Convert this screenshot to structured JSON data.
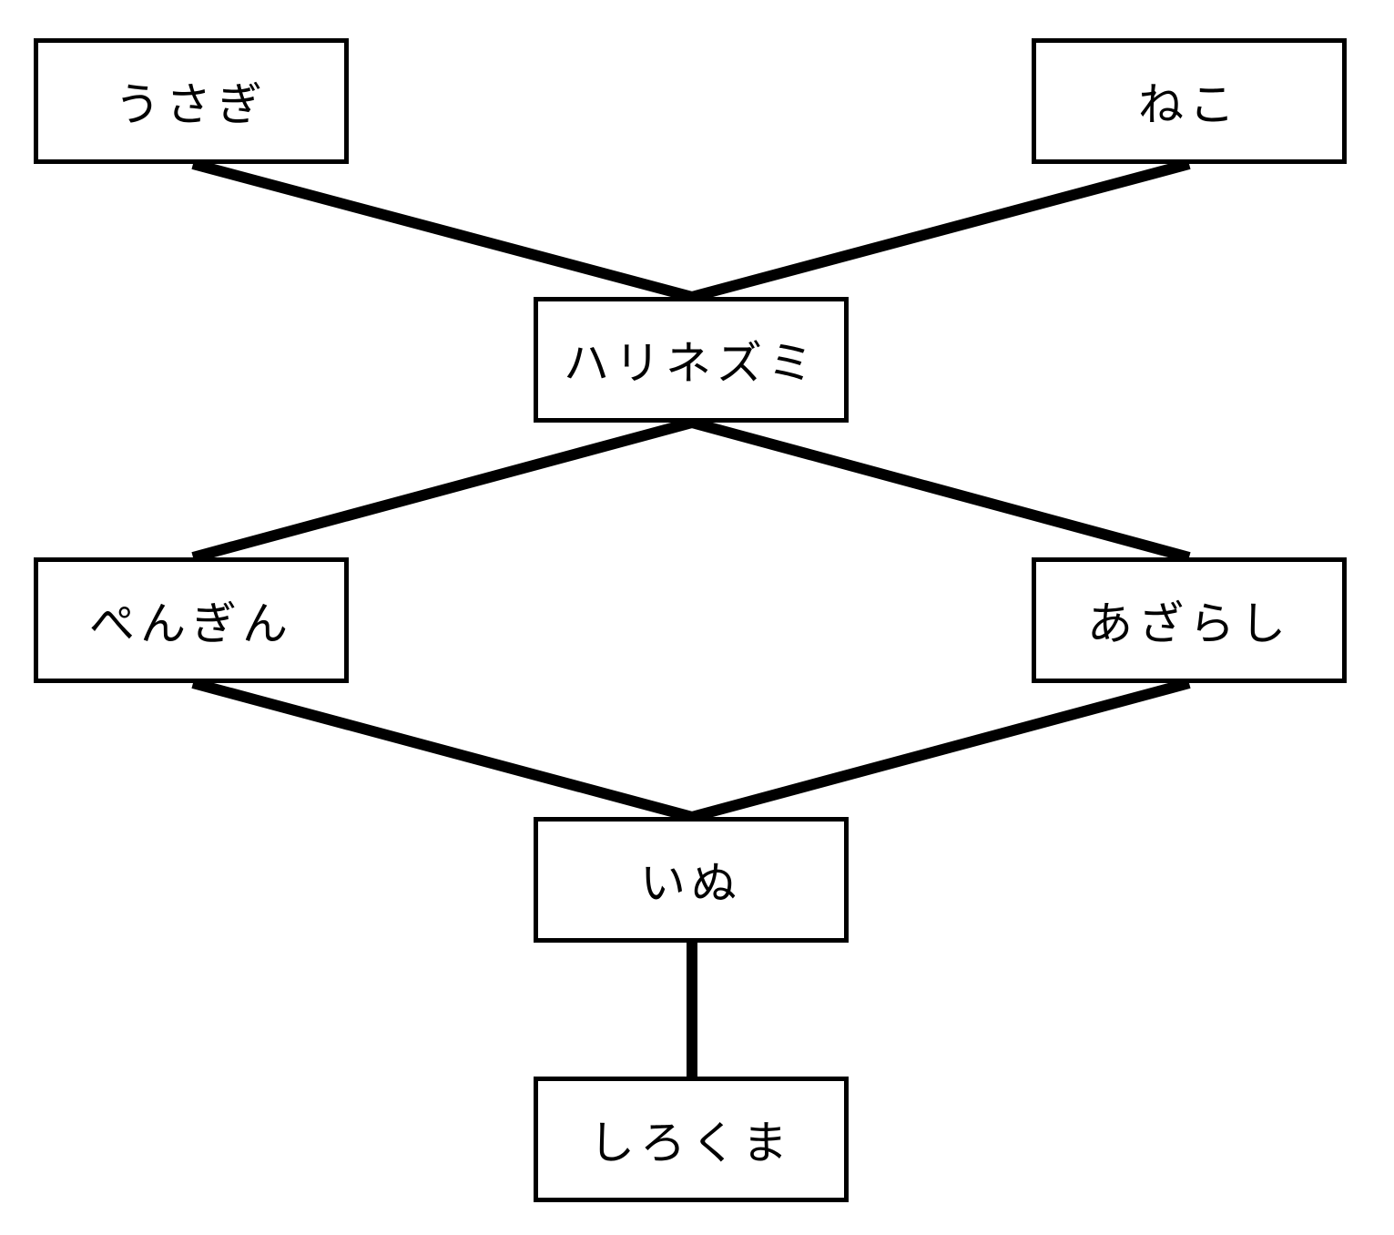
{
  "diagram": {
    "nodes": [
      {
        "id": "usagi",
        "label": "うさぎ"
      },
      {
        "id": "neko",
        "label": "ねこ"
      },
      {
        "id": "harinezumi",
        "label": "ハリネズミ"
      },
      {
        "id": "pengin",
        "label": "ぺんぎん"
      },
      {
        "id": "azarashi",
        "label": "あざらし"
      },
      {
        "id": "inu",
        "label": "いぬ"
      },
      {
        "id": "shirokuma",
        "label": "しろくま"
      }
    ],
    "edges": [
      {
        "from": "usagi",
        "to": "harinezumi"
      },
      {
        "from": "neko",
        "to": "harinezumi"
      },
      {
        "from": "harinezumi",
        "to": "pengin"
      },
      {
        "from": "harinezumi",
        "to": "azarashi"
      },
      {
        "from": "pengin",
        "to": "inu"
      },
      {
        "from": "azarashi",
        "to": "inu"
      },
      {
        "from": "inu",
        "to": "shirokuma"
      }
    ],
    "colors": {
      "line": "#000000",
      "box_border": "#000000",
      "box_fill": "#ffffff",
      "text": "#000000"
    }
  }
}
